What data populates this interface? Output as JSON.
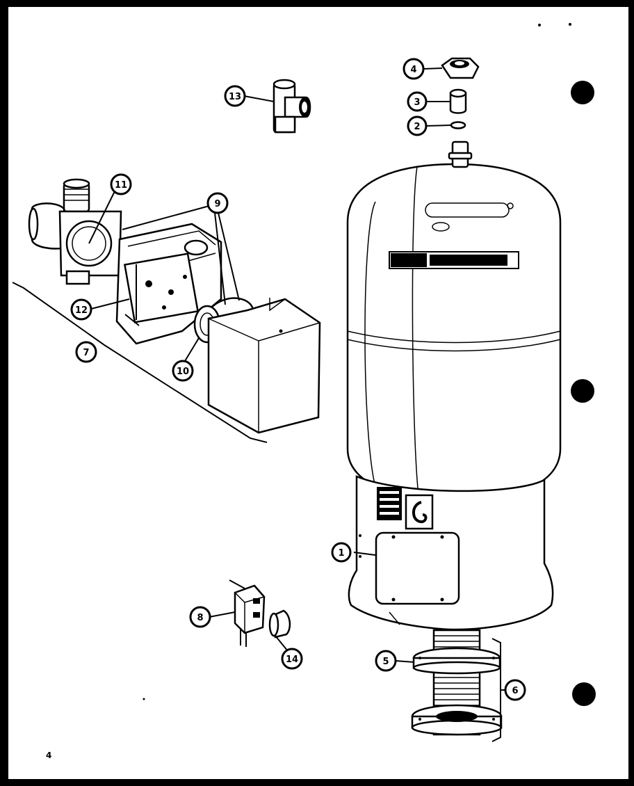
{
  "page_number": "4",
  "callouts": {
    "c1": "1",
    "c2": "2",
    "c3": "3",
    "c4": "4",
    "c5": "5",
    "c6": "6",
    "c7": "7",
    "c8": "8",
    "c9": "9",
    "c10": "10",
    "c11": "11",
    "c12": "12",
    "c13": "13",
    "c14": "14"
  },
  "colors": {
    "background": "#000000",
    "paper": "#ffffff",
    "ink": "#000000"
  }
}
